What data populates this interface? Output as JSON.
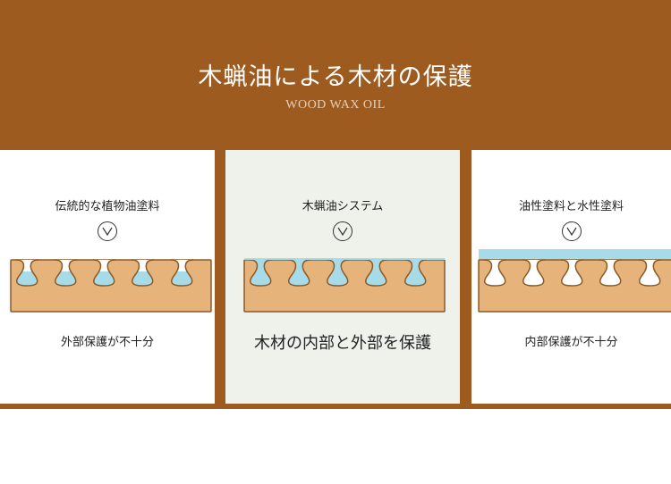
{
  "header": {
    "title": "木蝋油による木材の保護",
    "subtitle": "WOOD WAX OIL"
  },
  "panels": [
    {
      "title": "伝統的な植物油塗料",
      "caption": "外部保護が不十分",
      "fill": "partial"
    },
    {
      "title": "木蝋油システム",
      "caption": "木材の内部と外部を保護",
      "fill": "full"
    },
    {
      "title": "油性塗料と水性塗料",
      "caption": "内部保護が不十分",
      "fill": "surface"
    }
  ],
  "colors": {
    "brown": "#9d5b1f",
    "wood": "#e6b47a",
    "woodEdge": "#8a5a2a",
    "oil": "#a8dbe8"
  }
}
